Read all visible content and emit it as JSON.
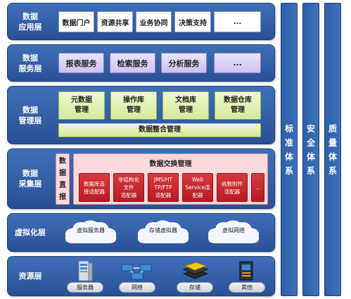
{
  "layers": {
    "app": {
      "title": "数据\n应用层",
      "items": [
        "数据门户",
        "资源共享",
        "业务协同",
        "决策支持",
        "..."
      ]
    },
    "service": {
      "title": "数据\n服务层",
      "items": [
        "报表服务",
        "检索服务",
        "分析服务",
        "..."
      ]
    },
    "mgmt": {
      "title": "数据\n管理层",
      "items": [
        "元数据\n管理",
        "操作库\n管理",
        "文档库\n管理",
        "数据仓库\n管理"
      ],
      "integration": "数据整合管理"
    },
    "collect": {
      "title": "数据\n采集层",
      "direct": "数\n据\n直\n报",
      "exchange_title": "数据交换管理",
      "adapters": [
        "数据库连\n接适配器",
        "非结构化\n文件\n适配器",
        "JMS/HT\nTP/FTP\n适配器",
        "Web\nService适\n配器",
        "函数附件\n适配器",
        "..."
      ]
    },
    "virtual": {
      "title": "虚拟化层",
      "clouds": [
        "虚拟服务器",
        "存储虚拟器",
        "虚拟网络"
      ]
    },
    "resource": {
      "title": "资源层",
      "items": [
        "服务器",
        "网络",
        "存储",
        "其他"
      ]
    }
  },
  "side": [
    "标\n准\n体\n系",
    "安\n全\n体\n系",
    "质\n量\n体\n系"
  ],
  "colors": {
    "layer": "#3a67b0",
    "adapter": "#c8262c",
    "purple": "#d9d2f7",
    "green": "#e3f1b5"
  }
}
